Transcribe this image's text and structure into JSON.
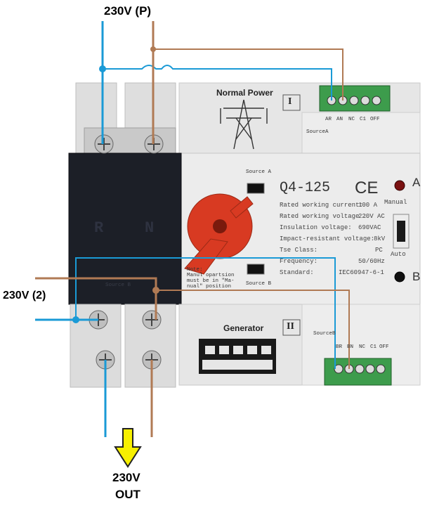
{
  "labels": {
    "top_supply": "230V (P)",
    "side_supply": "230V (2)",
    "output_line1": "230V",
    "output_line2": "OUT"
  },
  "device": {
    "upper_section": {
      "title": "Normal Power",
      "roman": "I",
      "source": "SourceA"
    },
    "lower_section": {
      "title": "Generator",
      "roman": "II",
      "source": "SourceB"
    },
    "front_left": {
      "source_a": "Source A",
      "source_b": "Source B",
      "letters_left": "R",
      "letters_right": "N",
      "lower_label": "Source B"
    },
    "model": "Q4-125",
    "ce_mark": "CE",
    "specs": [
      {
        "label": "Rated working current:",
        "value": "100 A"
      },
      {
        "label": "Rated working voltage :",
        "value": "220V AC"
      },
      {
        "label": "Insulation voltage:",
        "value": "690VAC"
      },
      {
        "label": "Impact-resistant voltage:",
        "value": "8kV"
      },
      {
        "label": "Tse Class:",
        "value": "PC"
      },
      {
        "label": "Frequency:",
        "value": "50/60Hz"
      },
      {
        "label": "Standard:",
        "value": "IEC60947-6-1"
      }
    ],
    "note": [
      "Note:",
      "Manul opartsion",
      "must be in \"Ma-",
      "nual\" position"
    ],
    "indicator_a": "A",
    "indicator_b": "B",
    "mode_manual": "Manual",
    "mode_auto": "Auto",
    "terminals_top": [
      "AR",
      "AN",
      "NC",
      "C1",
      "OFF"
    ],
    "terminals_bottom": [
      "BR",
      "BN",
      "NC",
      "C1",
      "OFF"
    ]
  },
  "colors": {
    "phase_wire": "#1a9ad6",
    "neutral_wire": "#b07a54",
    "output_arrow": "#f7f000",
    "panel": "#ececec",
    "front_black": "#1c1f27",
    "handle": "#d83a22",
    "terminal_green": "#3d9c4c"
  }
}
